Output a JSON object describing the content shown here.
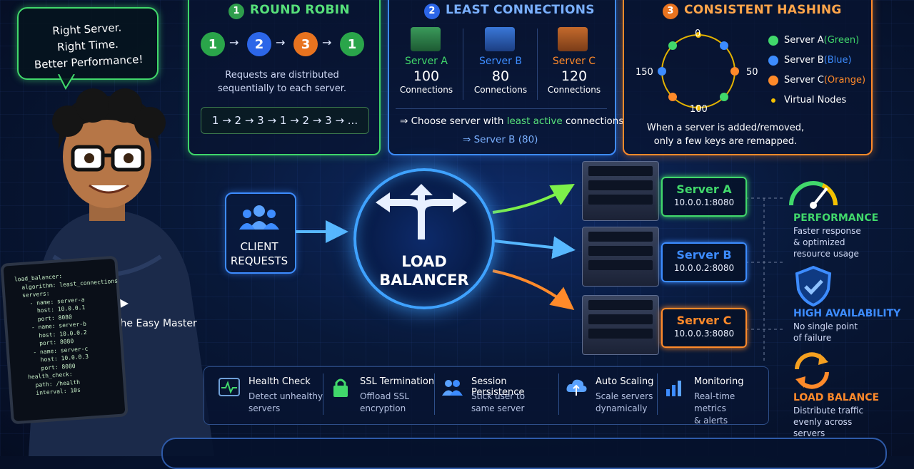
{
  "speech_bubble": [
    "Right Server.",
    "Right Time.",
    "Better Performance!"
  ],
  "mascot": {
    "shirt_text": "The Easy Master"
  },
  "tablet_code": [
    "load_balancer:",
    "  algorithm: least_connections",
    "  servers:",
    "    - name: server-a",
    "      host: 10.0.0.1",
    "      port: 8080",
    "    - name: server-b",
    "      host: 10.0.0.2",
    "      port: 8080",
    "    - name: server-c",
    "      host: 10.0.0.3",
    "      port: 8080",
    "  health_check:",
    "    path: /health",
    "    interval: 10s"
  ],
  "round_robin": {
    "num": "1",
    "title": "ROUND ROBIN",
    "sequence": [
      "1",
      "2",
      "3",
      "1"
    ],
    "arrow": "→",
    "desc": [
      "Requests are distributed",
      "sequentially to each server."
    ],
    "pattern": "1 → 2 → 3 → 1 → 2 → 3 → ..."
  },
  "least_conn": {
    "num": "2",
    "title": "LEAST CONNECTIONS",
    "servers": [
      {
        "name": "Server A",
        "count": "100",
        "unit": "Connections",
        "color": "#41d86b"
      },
      {
        "name": "Server B",
        "count": "80",
        "unit": "Connections",
        "color": "#3d8cff"
      },
      {
        "name": "Server C",
        "count": "120",
        "unit": "Connections",
        "color": "#ff8a2a"
      }
    ],
    "rule_prefix": "⇒  Choose server with ",
    "rule_em": "least active",
    "rule_suffix": " connections",
    "result": "⇒  Server B (80)"
  },
  "hashing": {
    "num": "3",
    "title": "CONSISTENT HASHING",
    "ring_labels": {
      "top": "0",
      "right": "50",
      "bottom": "100",
      "left": "150"
    },
    "legend": [
      {
        "label": "Server A ",
        "paren": "(Green)",
        "color": "#41d86b"
      },
      {
        "label": "Server B ",
        "paren": "(Blue)",
        "color": "#3d8cff"
      },
      {
        "label": "Server C ",
        "paren": "(Orange)",
        "color": "#ff8a2a"
      },
      {
        "label": "Virtual Nodes",
        "paren": "",
        "color": "#f5c000"
      }
    ],
    "note": [
      "When a server is added/removed,",
      "only a few keys are remapped."
    ]
  },
  "client": {
    "label": [
      "CLIENT",
      "REQUESTS"
    ]
  },
  "lb": {
    "label": [
      "LOAD",
      "BALANCER"
    ]
  },
  "servers": [
    {
      "name": "Server A",
      "ip": "10.0.0.1:8080",
      "color": "#41d86b"
    },
    {
      "name": "Server B",
      "ip": "10.0.0.2:8080",
      "color": "#3d8cff"
    },
    {
      "name": "Server C",
      "ip": "10.0.0.3:8080",
      "color": "#ff8a2a"
    }
  ],
  "benefits": [
    {
      "title": "PERFORMANCE",
      "desc": [
        "Faster response",
        "& optimized",
        "resource usage"
      ],
      "color": "#41d86b"
    },
    {
      "title": "HIGH AVAILABILITY",
      "desc": [
        "No single point",
        "of failure"
      ],
      "color": "#3d8cff"
    },
    {
      "title": "LOAD BALANCE",
      "desc": [
        "Distribute traffic",
        "evenly across",
        "servers"
      ],
      "color": "#ff8a2a"
    }
  ],
  "features": [
    {
      "title": "Health Check",
      "desc": [
        "Detect unhealthy",
        "servers"
      ]
    },
    {
      "title": "SSL Termination",
      "desc": [
        "Offload SSL",
        "encryption"
      ]
    },
    {
      "title": "Session Persistence",
      "desc": [
        "Stick user to",
        "same server"
      ]
    },
    {
      "title": "Auto Scaling",
      "desc": [
        "Scale servers",
        "dynamically"
      ]
    },
    {
      "title": "Monitoring",
      "desc": [
        "Real-time metrics",
        "& alerts"
      ]
    }
  ]
}
